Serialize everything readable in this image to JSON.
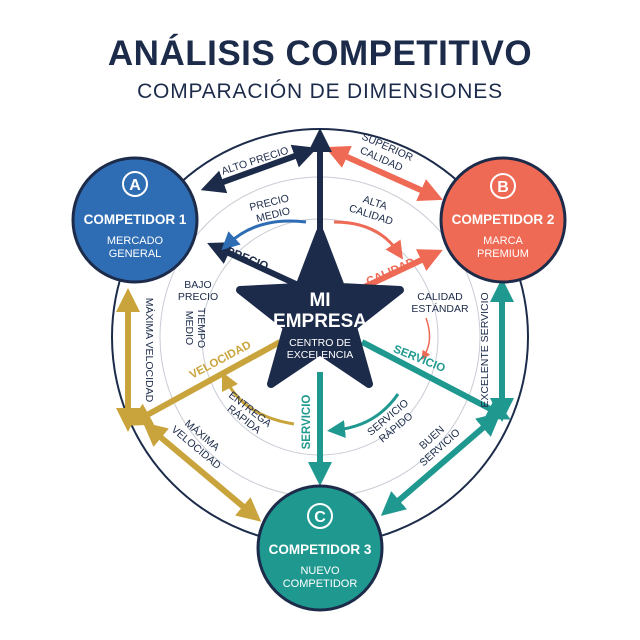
{
  "header": {
    "title": "ANÁLISIS COMPETITIVO",
    "subtitle": "COMPARACIÓN DE DIMENSIONES"
  },
  "center": {
    "title_line1": "MI",
    "title_line2": "EMPRESA",
    "sub_line1": "CENTRO DE",
    "sub_line2": "EXCELENCIA",
    "color": "#1c2b4a"
  },
  "competitors": [
    {
      "letter": "A",
      "name": "COMPETIDOR 1",
      "desc_line1": "MERCADO",
      "desc_line2": "GENERAL",
      "color": "#2e6db4"
    },
    {
      "letter": "B",
      "name": "COMPETIDOR 2",
      "desc_line1": "MARCA",
      "desc_line2": "PREMIUM",
      "color": "#ef6a55"
    },
    {
      "letter": "C",
      "name": "COMPETIDOR 3",
      "desc_line1": "NUEVO",
      "desc_line2": "COMPETIDOR",
      "color": "#1f9990"
    }
  ],
  "dimensions": {
    "precio": {
      "label": "PRECIO",
      "color": "#1c2b4a",
      "levels": [
        [
          "ALTO PRECIO"
        ],
        [
          "PRECIO",
          "MEDIO"
        ],
        [
          "BAJO",
          "PRECIO"
        ]
      ]
    },
    "calidad": {
      "label": "CALIDAD",
      "color": "#ef6a55",
      "levels": [
        [
          "SUPERIOR",
          "CALIDAD"
        ],
        [
          "ALTA",
          "CALIDAD"
        ],
        [
          "CALIDAD",
          "ESTÁNDAR"
        ]
      ]
    },
    "servicio": {
      "label": "SERVICIO",
      "label_2": "SERVICIO",
      "color": "#1f9990",
      "levels": [
        [
          "EXCELENTE SERVICIO"
        ],
        [
          "BUEN",
          "SERVICIO"
        ],
        [
          "SERVICIO",
          "RÁPIDO"
        ]
      ]
    },
    "velocidad": {
      "label": "VELOCIDAD",
      "color": "#c9a43c",
      "levels": [
        [
          "MÁXIMA VELOCIDAD"
        ],
        [
          "MÁXIMA",
          "VELOCIDAD"
        ],
        [
          "ENTREGA",
          "RÁPIDA"
        ],
        [
          "TIEMPO",
          "MEDIO"
        ]
      ]
    }
  }
}
